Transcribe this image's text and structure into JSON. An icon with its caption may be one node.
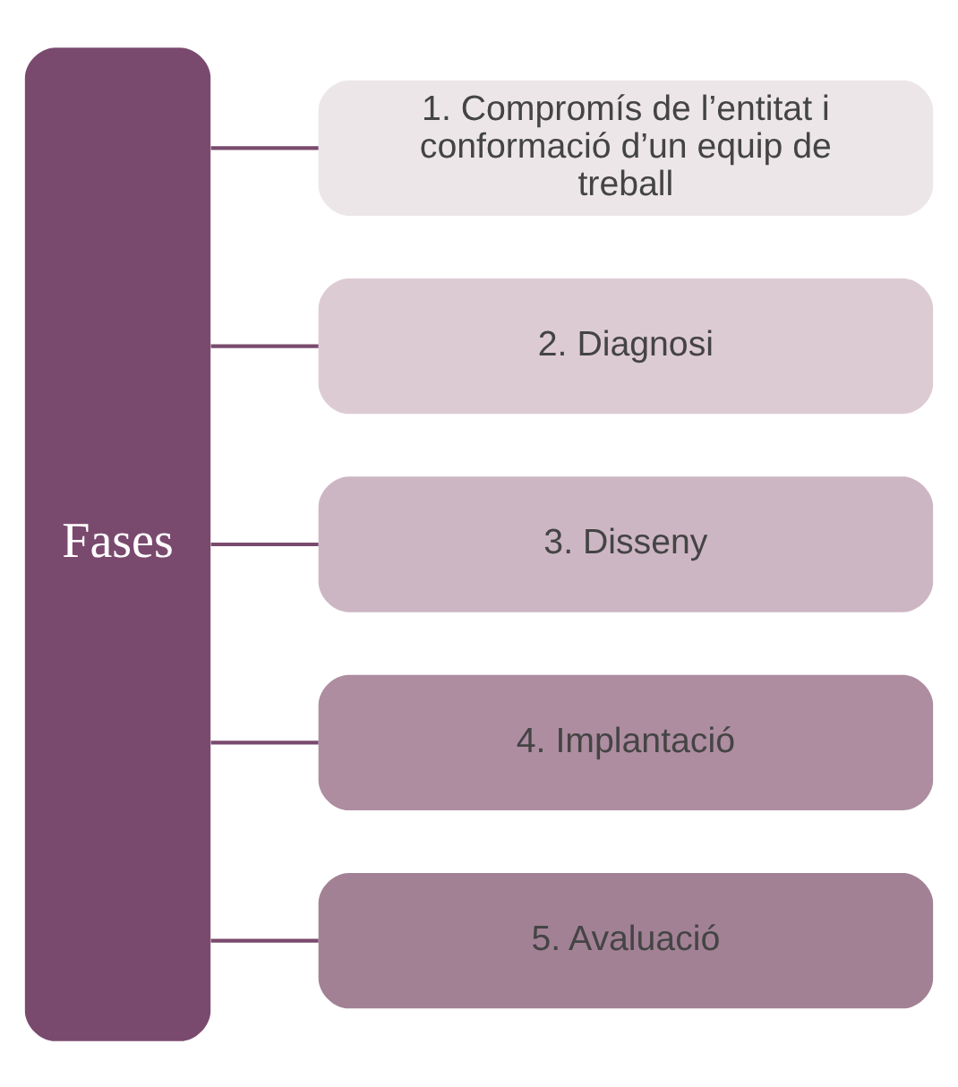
{
  "diagram": {
    "nodes": [
      {
        "text": [
          "Fases"
        ]
      },
      {
        "text": [
          "1. Compromís de l’entitat i conformació d’un equip de treball"
        ]
      },
      {
        "text": [
          "2. Diagnosi"
        ]
      },
      {
        "text": [
          "3. Disseny"
        ]
      },
      {
        "text": [
          "4. Implantació"
        ]
      },
      {
        "text": [
          "5. Avaluació"
        ]
      }
    ],
    "edges": [
      {
        "from": 0,
        "to": 1,
        "arrow": "none"
      },
      {
        "from": 0,
        "to": 2,
        "arrow": "none"
      },
      {
        "from": 0,
        "to": 3,
        "arrow": "none"
      },
      {
        "from": 0,
        "to": 4,
        "arrow": "none"
      },
      {
        "from": 0,
        "to": 5,
        "arrow": "none"
      }
    ]
  }
}
